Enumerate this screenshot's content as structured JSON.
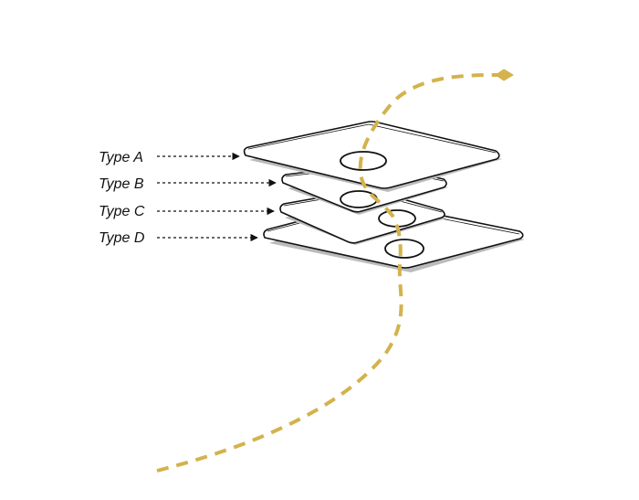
{
  "labels": [
    {
      "text": "Type A"
    },
    {
      "text": "Type B"
    },
    {
      "text": "Type C"
    },
    {
      "text": "Type D"
    }
  ],
  "colors": {
    "path": "#d4b24c",
    "stroke": "#111111",
    "layer_fill": "#ffffff",
    "shadow": "#bbbbbb"
  },
  "icons": {
    "arrow": "arrow-right-icon",
    "path_end": "diamond-icon"
  }
}
